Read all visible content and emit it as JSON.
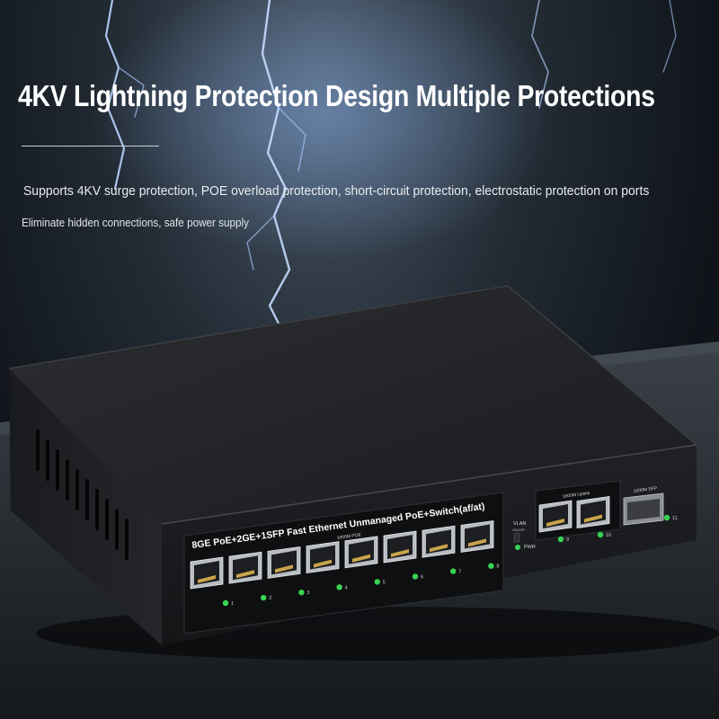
{
  "headline": "4KV Lightning Protection Design Multiple Protections",
  "subtitle_line1": "Supports 4KV surge protection, POE overload protection, short-circuit protection, electrostatic protection on ports",
  "subtitle_line2": "Eliminate hidden connections, safe power supply",
  "device": {
    "model_label": "8GE PoE+2GE+1SFP Fast Ethernet Unmanaged PoE+Switch(af/at)",
    "poe_group_label": "1000M POE",
    "uplink_group_label": "1000M Uplink",
    "sfp_group_label": "1000M SFP",
    "vlan_label": "VLAN",
    "vlan_sub_label": "ON/OFF",
    "pwr_label": "PWR",
    "port_numbers": [
      "1",
      "2",
      "3",
      "4",
      "5",
      "6",
      "7",
      "8"
    ],
    "uplink_port_numbers": [
      "9",
      "10"
    ],
    "sfp_port_number": "11",
    "led_color": "#39d353",
    "body_color": "#1c1d20"
  }
}
